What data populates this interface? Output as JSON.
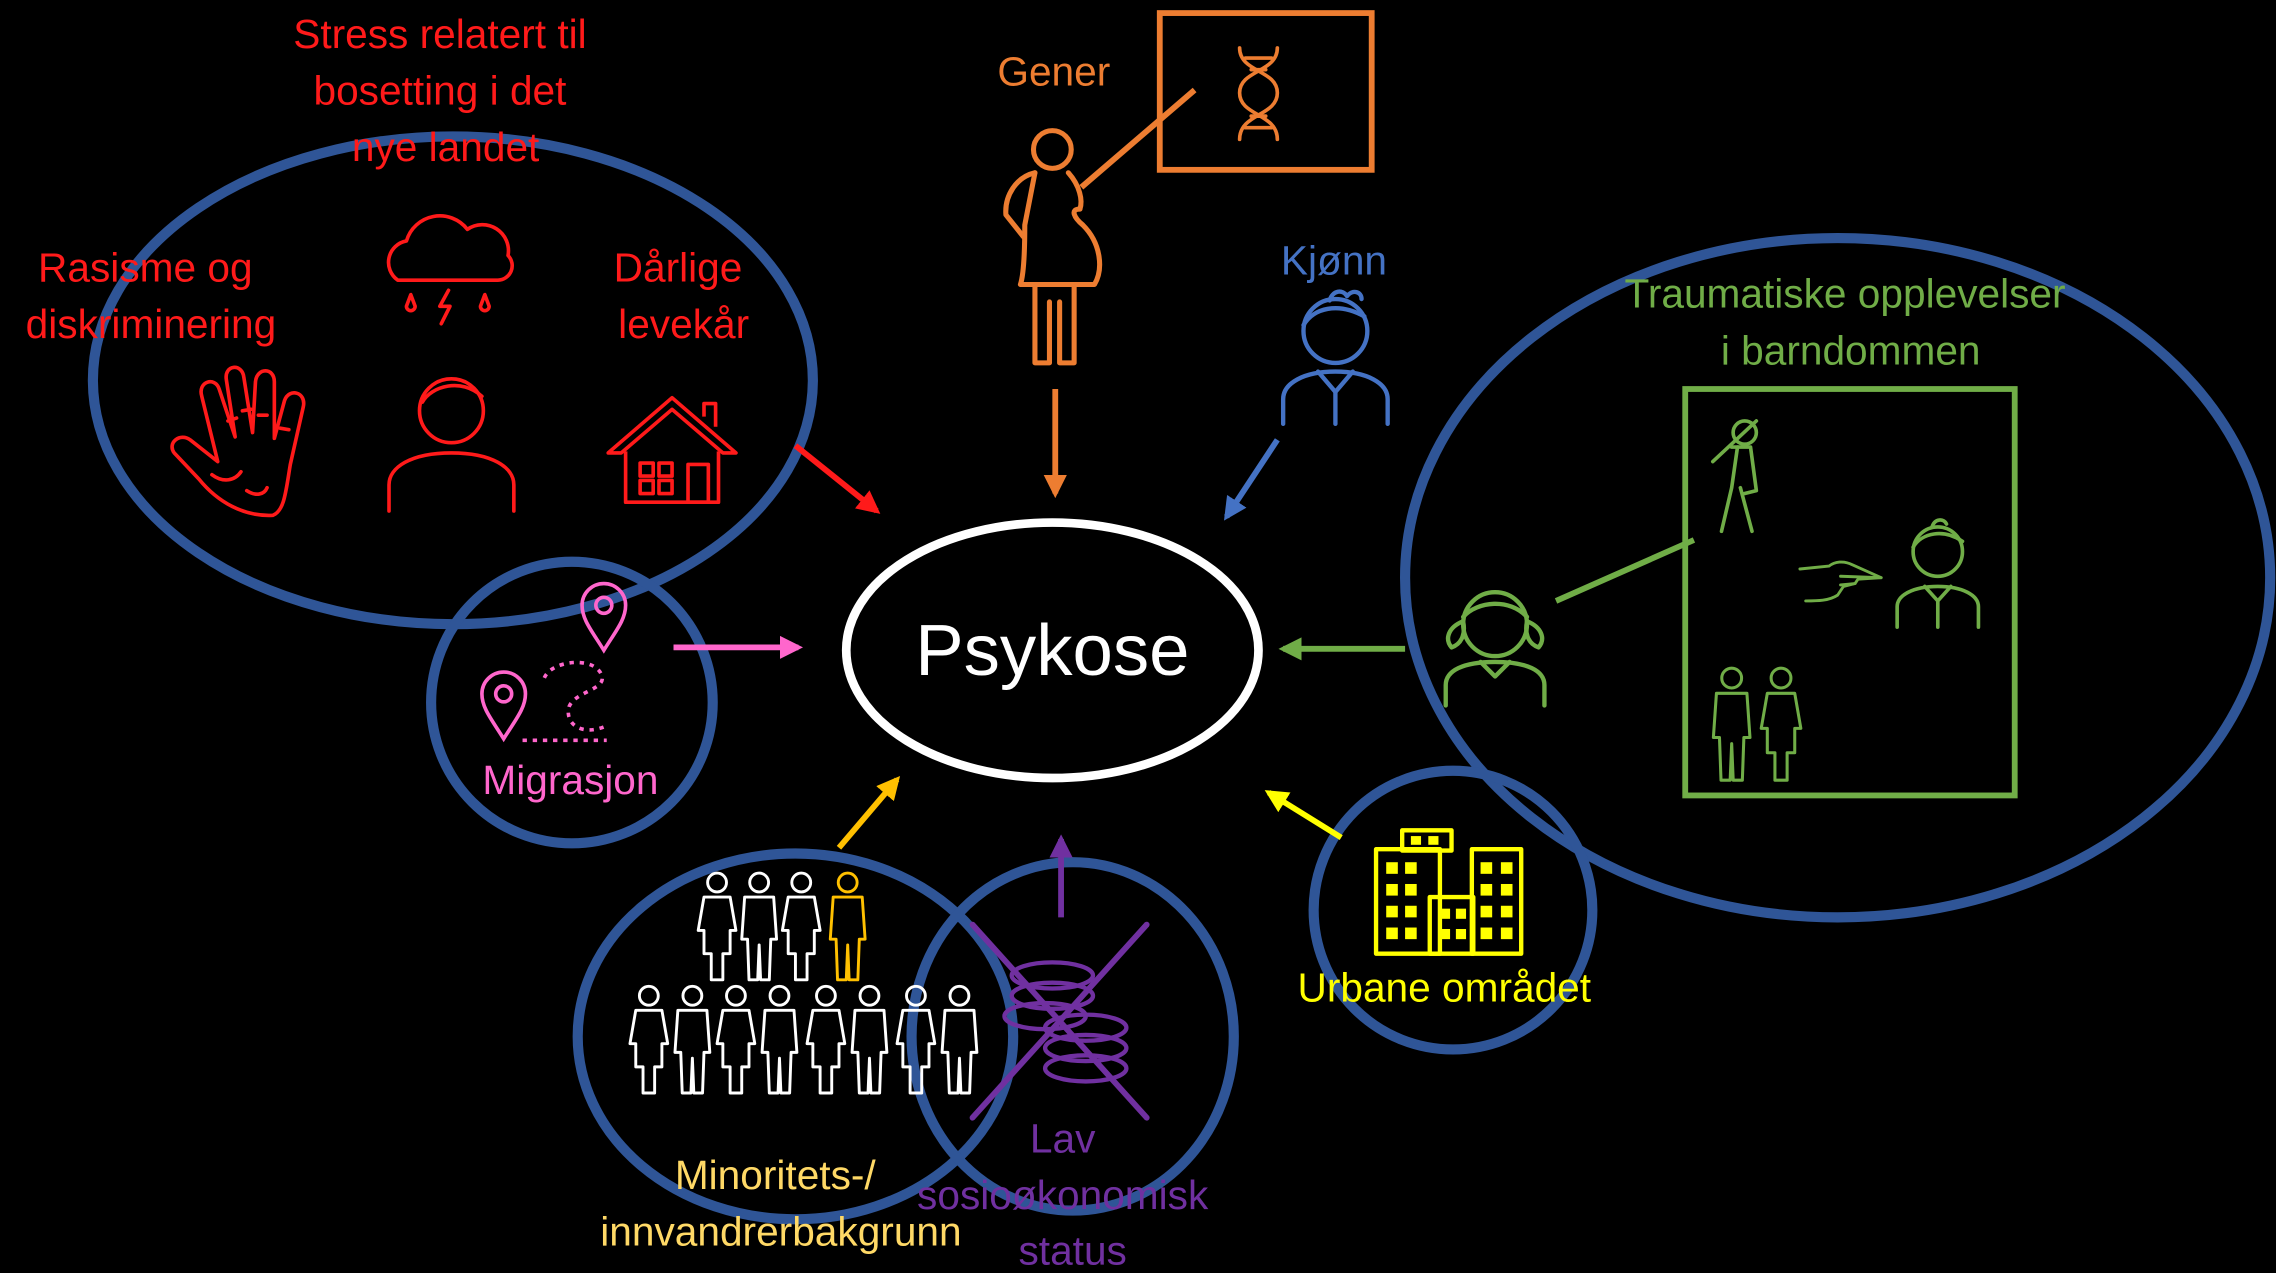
{
  "center": {
    "label": "Psykose"
  },
  "factors": {
    "stress": {
      "label": [
        "Stress relatert til",
        "bosetting i det",
        "nye landet"
      ],
      "color": "#ff1a1a"
    },
    "racism": {
      "label": [
        "Rasisme og",
        "diskriminering"
      ],
      "color": "#ff1a1a"
    },
    "living": {
      "label": [
        "Dårlige",
        "levekår"
      ],
      "color": "#ff1a1a"
    },
    "genes": {
      "label": "Gener",
      "color": "#ed7d31"
    },
    "gender": {
      "label": "Kjønn",
      "color": "#4472c4"
    },
    "trauma": {
      "label": [
        "Traumatiske opplevelser",
        "i barndommen"
      ],
      "color": "#70ad47"
    },
    "migration": {
      "label": "Migrasjon",
      "color": "#ff66cc"
    },
    "urban": {
      "label": "Urbane området",
      "color": "#ffff00"
    },
    "minority": {
      "label": [
        "Minoritets-/",
        "innvandrerbakgrunn"
      ],
      "color": "#ffd966"
    },
    "ses": {
      "label": [
        "Lav",
        "sosioøkonomisk",
        "status"
      ],
      "color": "#7030a0"
    }
  },
  "colors": {
    "circle": "#2f5597",
    "center_ring": "#ffffff",
    "minority_highlight": "#ffc000"
  }
}
